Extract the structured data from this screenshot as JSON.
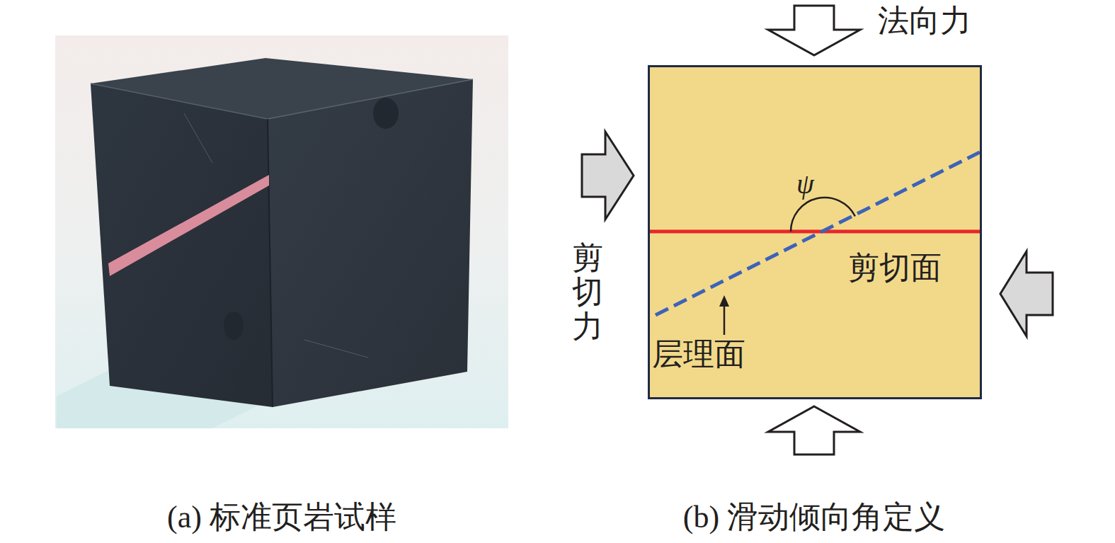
{
  "diagram": {
    "nodes": [
      {
        "text": [
          "ψ",
          "剪切面",
          "层理面"
        ]
      }
    ],
    "labels": [
      "法向力",
      "剪切力",
      "(a) 标准页岩试样",
      "(b) 滑动倾向角定义"
    ]
  }
}
